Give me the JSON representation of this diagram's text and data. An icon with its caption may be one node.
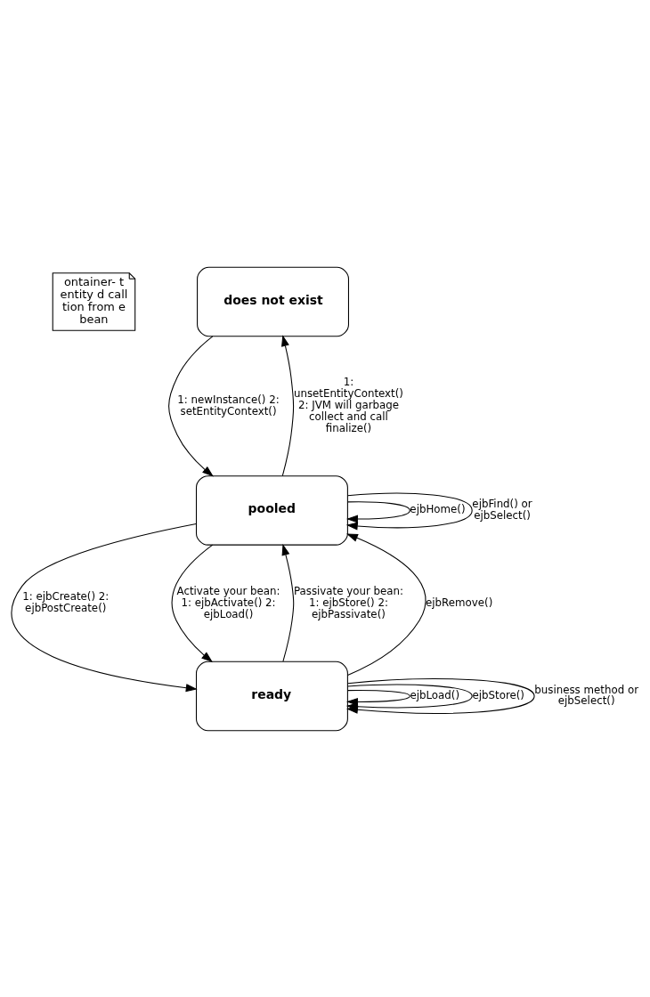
{
  "diagram": {
    "nodes": [
      {
        "text": [
          "ontainer- t entity d call tion from e bean"
        ]
      },
      {
        "text": [
          "does not exist"
        ]
      },
      {
        "text": [
          "pooled"
        ]
      },
      {
        "text": [
          "ready"
        ]
      }
    ],
    "edges": [
      {
        "from": 1,
        "to": 2,
        "arrow": "to",
        "label": "1: newInstance() 2: setEntityContext()"
      },
      {
        "from": 2,
        "to": 1,
        "arrow": "to",
        "label": "1: unsetEntityContext() 2: JVM will garbage collect and call finalize()"
      },
      {
        "from": 2,
        "to": 2,
        "arrow": "to",
        "label": "ejbHome()"
      },
      {
        "from": 2,
        "to": 2,
        "arrow": "to",
        "label": "ejbFind() or ejbSelect()"
      },
      {
        "from": 2,
        "to": 3,
        "arrow": "to",
        "label": "1: ejbCreate() 2: ejbPostCreate()"
      },
      {
        "from": 2,
        "to": 3,
        "arrow": "to",
        "label": "Activate your bean: 1: ejbActivate() 2: ejbLoad()"
      },
      {
        "from": 3,
        "to": 2,
        "arrow": "to",
        "label": "Passivate your bean: 1: ejbStore() 2: ejbPassivate()"
      },
      {
        "from": 3,
        "to": 2,
        "arrow": "to",
        "label": "ejbRemove()"
      },
      {
        "from": 3,
        "to": 3,
        "arrow": "to",
        "label": "ejbLoad()"
      },
      {
        "from": 3,
        "to": 3,
        "arrow": "to",
        "label": "ejbStore()"
      },
      {
        "from": 3,
        "to": 3,
        "arrow": "to",
        "label": "business method or ejbSelect()"
      }
    ]
  }
}
